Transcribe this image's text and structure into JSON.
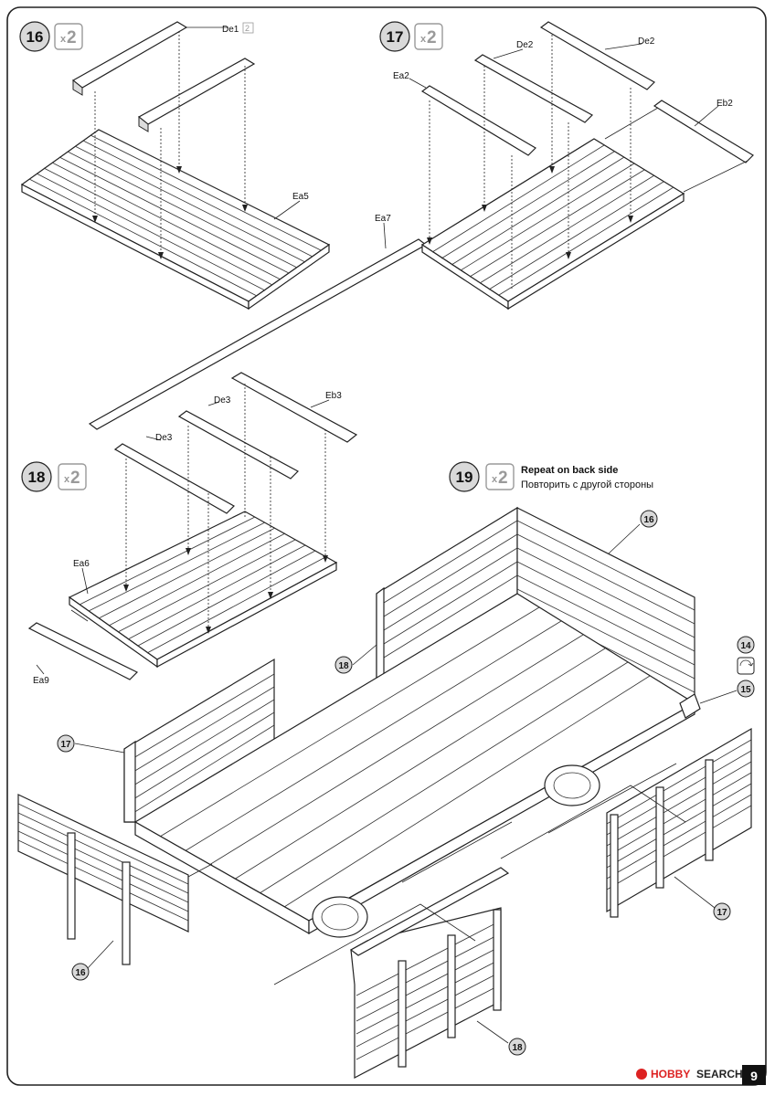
{
  "steps": [
    {
      "number": "16",
      "multiplier": "2"
    },
    {
      "number": "17",
      "multiplier": "2"
    },
    {
      "number": "18",
      "multiplier": "2"
    },
    {
      "number": "19",
      "multiplier": "2"
    }
  ],
  "step19_note": {
    "en": "Repeat on back side",
    "ru": "Повторить с другой стороны"
  },
  "labels": {
    "de1": "De1",
    "de1_count": "2",
    "ea5": "Ea5",
    "ea7": "Ea7",
    "ea2": "Ea2",
    "de2_a": "De2",
    "de2_b": "De2",
    "eb2": "Eb2",
    "de3_a": "De3",
    "de3_b": "De3",
    "eb3": "Eb3",
    "ea6": "Ea6",
    "ea9": "Ea9"
  },
  "callouts": {
    "c16_top": "16",
    "c18_mid": "18",
    "c14": "14",
    "c15": "15",
    "c17_left": "17",
    "c17_right": "17",
    "c16_bottom": "16",
    "c18_bottom": "18"
  },
  "footer": {
    "watermark_a": "HOBBY",
    "watermark_b": "SEARCH",
    "page": "9"
  }
}
